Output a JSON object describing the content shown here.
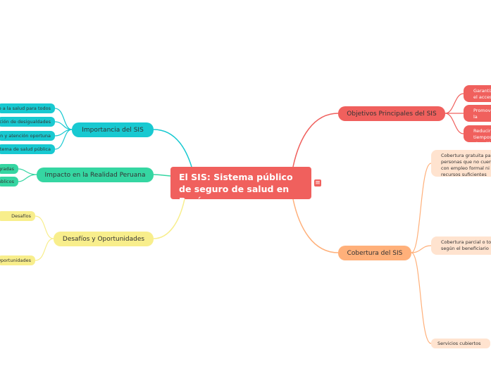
{
  "root": {
    "title": "El SIS: Sistema público de seguro de salud en Perú"
  },
  "icons": {
    "notes": "notes-icon"
  },
  "colors": {
    "root": "#f0605d",
    "importancia": "#18c9d1",
    "impacto": "#35d6a2",
    "desafios": "#f8ee8c",
    "objetivos": "#f0605d",
    "cobertura": "#ffb07a"
  },
  "branches": {
    "importancia": {
      "label": "Importancia del SIS",
      "items": [
        "Acceso a la salud para todos",
        "Reducción de desigualdades",
        "Prevención y atención oportuna",
        "Fortalecimiento del sistema de salud pública"
      ]
    },
    "impacto": {
      "label": "Impacto en la Realidad Peruana",
      "items": [
        "Mejoras logradas",
        "Retos públicos"
      ]
    },
    "desafios": {
      "label": "Desafíos y Oportunidades",
      "items": [
        "Desafíos",
        "Oportunidades"
      ]
    },
    "objetivos": {
      "label": "Objetivos Principales del SIS",
      "items": [
        "Garantizar el acceso a recursos",
        "Promover la prevención de salud",
        "Reducir los tiempos de atención"
      ]
    },
    "cobertura": {
      "label": "Cobertura del SIS",
      "items": [
        "Cobertura gratuita para personas que no cuentan con empleo formal ni recursos suficientes",
        "Cobertura parcial o total según el beneficiario",
        "Servicios cubiertos"
      ]
    }
  }
}
